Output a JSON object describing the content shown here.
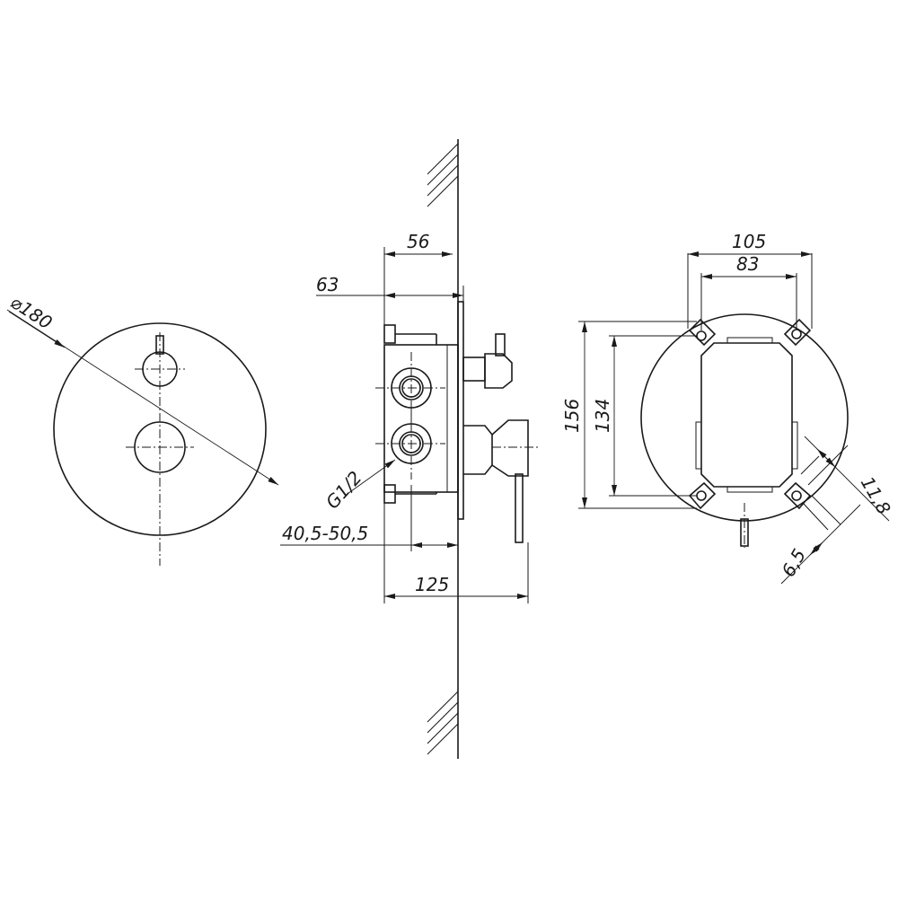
{
  "dimensions": {
    "front_diameter": "⌀180",
    "box_depth": "56",
    "cover_offset": "63",
    "thread": "G1/2",
    "install_range": "40,5-50,5",
    "total_depth": "125",
    "hole_span_outer": "105",
    "hole_span_inner": "83",
    "height_outer": "156",
    "height_inner": "134",
    "slot_length": "11,8",
    "slot_width": "6,5"
  }
}
